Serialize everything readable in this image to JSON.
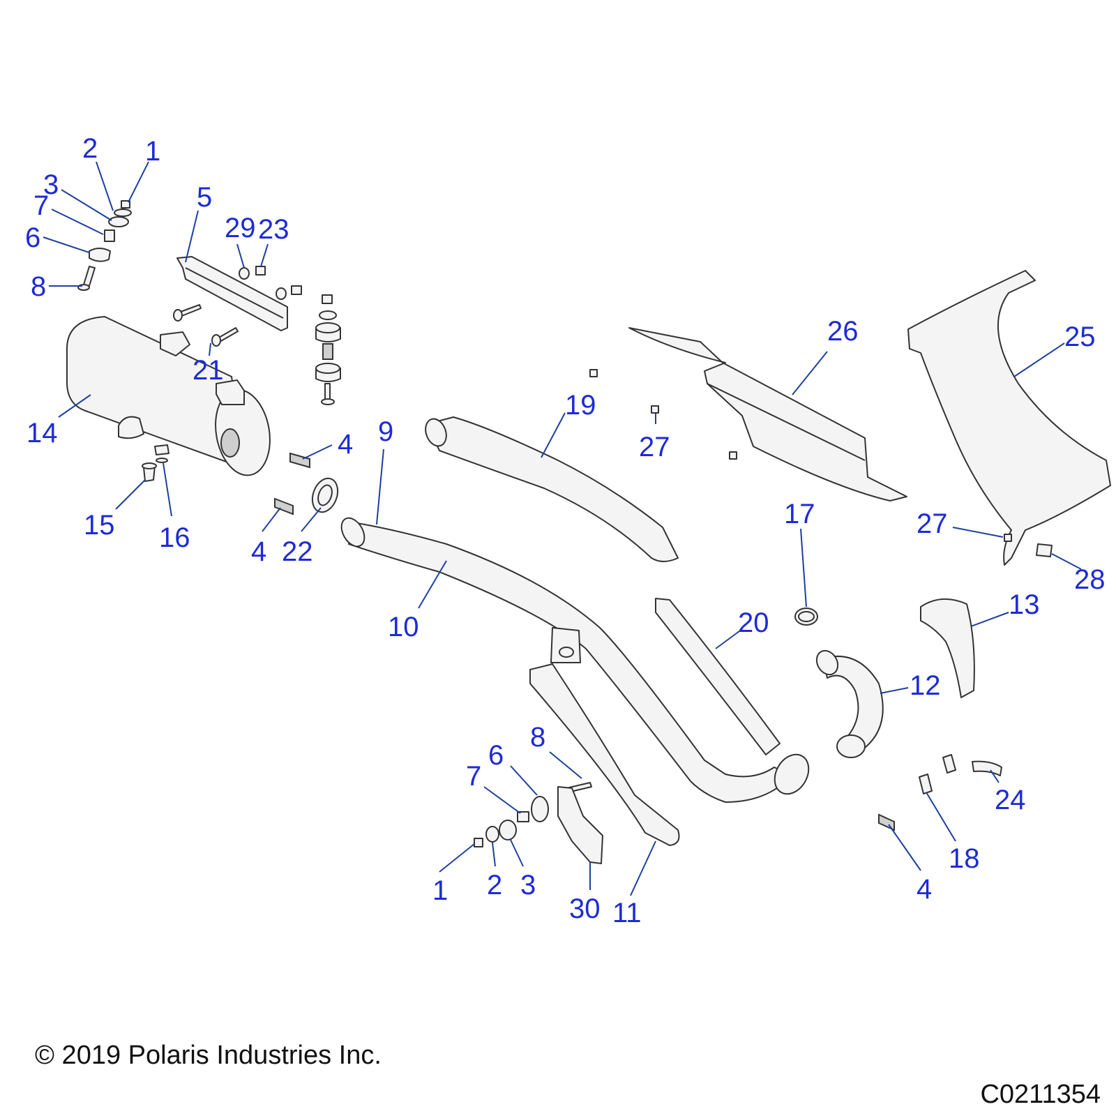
{
  "callouts": [
    {
      "id": "c1",
      "text": "1"
    },
    {
      "id": "c2",
      "text": "2"
    },
    {
      "id": "c3",
      "text": "3"
    },
    {
      "id": "c7",
      "text": "7"
    },
    {
      "id": "c6",
      "text": "6"
    },
    {
      "id": "c8",
      "text": "8"
    },
    {
      "id": "c5",
      "text": "5"
    },
    {
      "id": "c29",
      "text": "29"
    },
    {
      "id": "c23",
      "text": "23"
    },
    {
      "id": "c21",
      "text": "21"
    },
    {
      "id": "c14",
      "text": "14"
    },
    {
      "id": "c4a",
      "text": "4"
    },
    {
      "id": "c9",
      "text": "9"
    },
    {
      "id": "c19",
      "text": "19"
    },
    {
      "id": "c27a",
      "text": "27"
    },
    {
      "id": "c26",
      "text": "26"
    },
    {
      "id": "c25",
      "text": "25"
    },
    {
      "id": "c15",
      "text": "15"
    },
    {
      "id": "c16",
      "text": "16"
    },
    {
      "id": "c4b",
      "text": "4"
    },
    {
      "id": "c22",
      "text": "22"
    },
    {
      "id": "c17",
      "text": "17"
    },
    {
      "id": "c27b",
      "text": "27"
    },
    {
      "id": "c28",
      "text": "28"
    },
    {
      "id": "c10",
      "text": "10"
    },
    {
      "id": "c20",
      "text": "20"
    },
    {
      "id": "c13",
      "text": "13"
    },
    {
      "id": "c12",
      "text": "12"
    },
    {
      "id": "c8b",
      "text": "8"
    },
    {
      "id": "c6b",
      "text": "6"
    },
    {
      "id": "c7b",
      "text": "7"
    },
    {
      "id": "c24",
      "text": "24"
    },
    {
      "id": "c1b",
      "text": "1"
    },
    {
      "id": "c2b",
      "text": "2"
    },
    {
      "id": "c3b",
      "text": "3"
    },
    {
      "id": "c30",
      "text": "30"
    },
    {
      "id": "c11",
      "text": "11"
    },
    {
      "id": "c18",
      "text": "18"
    },
    {
      "id": "c4c",
      "text": "4"
    }
  ],
  "footer": {
    "copyright": "© 2019 Polaris Industries Inc.",
    "drawing_id": "C0211354"
  },
  "colors": {
    "callout": "#1d2bd6",
    "leader": "#1d3fa0",
    "outline": "#333333",
    "part_fill": "#f4f4f4"
  }
}
